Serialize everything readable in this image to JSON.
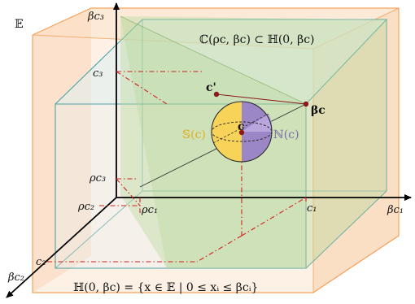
{
  "space_label": "𝔼",
  "top_region_label": "ℂ(ρc, βc) ⊂ ℍ(0, βc)",
  "bottom_caption": "ℍ(0, βc) = {x ∈ 𝔼 | 0 ≤ xᵢ ≤ βcᵢ}",
  "point_beta_c": "βc",
  "point_c_prime": "c'",
  "point_c": "c",
  "S_label": "𝕊(c)",
  "N_label": "ℕ(c)",
  "axis_ticks": {
    "beta_c3": "βc₃",
    "c3": "c₃",
    "rho_c3": "ρc₃",
    "rho_c2": "ρc₂",
    "rho_c1": "ρc₁",
    "c1": "c₁",
    "beta_c1": "βc₁",
    "c2": "c₂",
    "beta_c2": "βc₂"
  },
  "colors": {
    "orange_box": "#f5a25c",
    "orange_fill": "#fbe0c8",
    "teal_box": "#4fa3a5",
    "green_fill": "#cfe3b4",
    "sphere_yellow": "#f7d35a",
    "sphere_purple": "#9b86c6",
    "red_dash": "#d02020",
    "point_red": "#8b1a1a",
    "s_label": "#e0b020",
    "n_label": "#7a6aa8"
  }
}
